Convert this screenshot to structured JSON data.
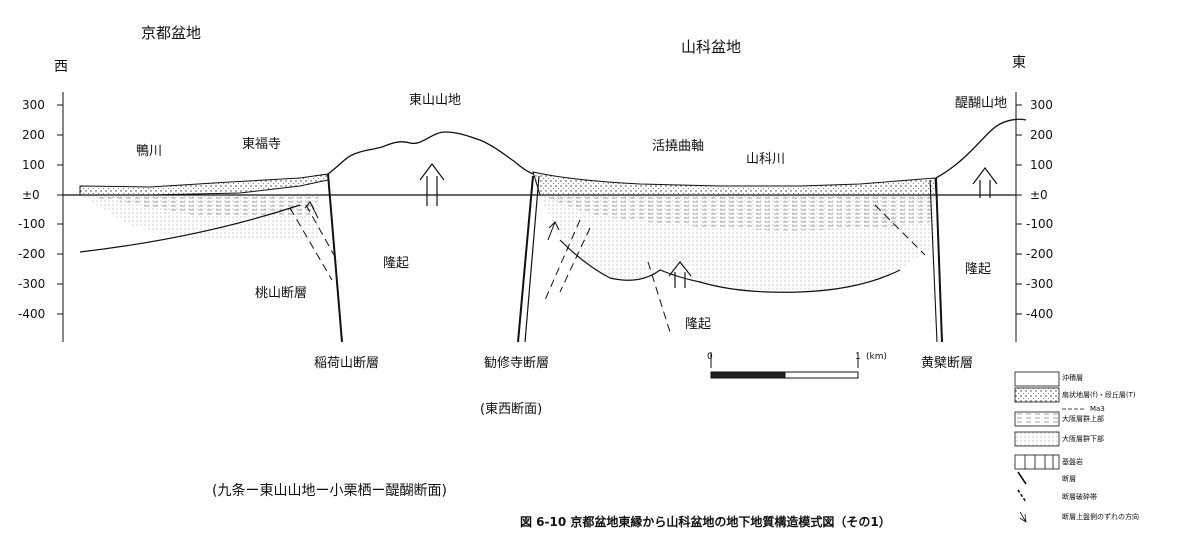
{
  "titles": {
    "kyoto_basin": "京都盆地",
    "yamashina_basin": "山科盆地",
    "west": "西",
    "east": "東"
  },
  "axis_ticks": [
    "300",
    "200",
    "100",
    "±0",
    "-100",
    "-200",
    "-300",
    "-400"
  ],
  "labels": {
    "kamogawa": "鴨川",
    "tofukuji": "東福寺",
    "higashiyama": "東山山地",
    "katsuyo": "活撓曲軸",
    "yamashinagawa": "山科川",
    "daigo": "醍醐山地",
    "ryuki": "隆起",
    "momoyama": "桃山断層",
    "inari": "稲荷山断層",
    "kanshuji": "勧修寺断層",
    "obaku": "黄檗断層"
  },
  "scale": {
    "zero": "0",
    "one": "1",
    "unit": "(km)"
  },
  "section_caption": "(東西断面)",
  "route_caption": "(九条ー東山山地ー小栗栖ー醍醐断面)",
  "figure_caption": "図 6-10 京都盆地東縁から山科盆地の地下地質構造模式図（その1）",
  "legend": {
    "alluvium": "沖積層",
    "fan_terrace": "扇状地層(f)・段丘層(T)",
    "osaka_upper": "大阪層群上部",
    "ma3": "Ma3",
    "osaka_lower": "大阪層群下部",
    "basement": "基盤岩",
    "fault": "断層",
    "fault_zone": "断層破砕帯",
    "displacement": "断層上盤側のずれの方向"
  }
}
